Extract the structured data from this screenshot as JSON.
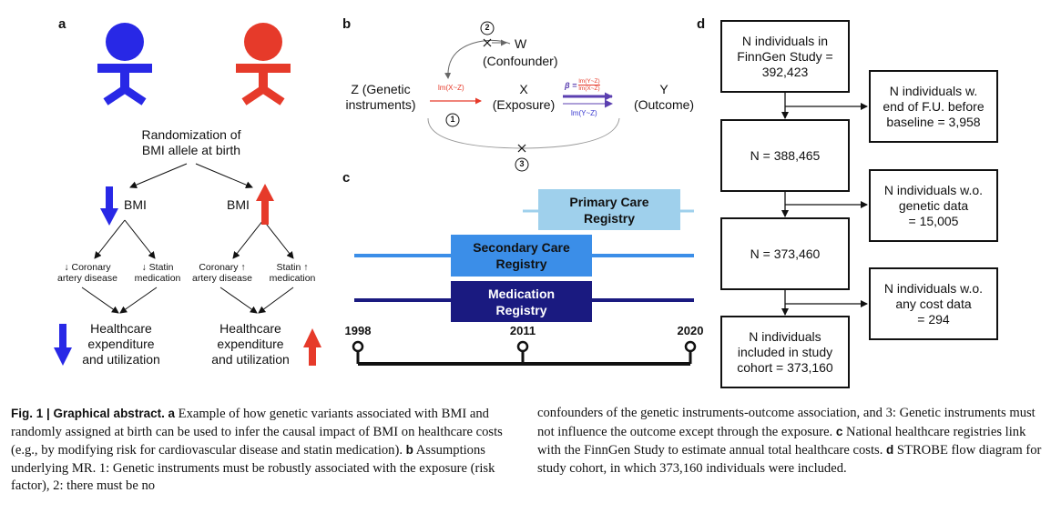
{
  "panel_a": {
    "label": "a",
    "randomization": "Randomization of",
    "randomization2": "BMI allele at birth",
    "bmi_left": "BMI",
    "bmi_right": "BMI",
    "coronary_left": "↓ Coronary",
    "coronary_left2": "artery disease",
    "statin_left": "↓ Statin",
    "statin_left2": "medication",
    "coronary_right": "Coronary ↑",
    "coronary_right2": "artery disease",
    "statin_right": "Statin ↑",
    "statin_right2": "medication",
    "outcome_left": [
      "Healthcare",
      "expenditure",
      "and utilization"
    ],
    "outcome_right": [
      "Healthcare",
      "expenditure",
      "and utilization"
    ],
    "colors": {
      "blue": "#2828e6",
      "red": "#e63a2a"
    }
  },
  "panel_b": {
    "label": "b",
    "z": "Z (Genetic",
    "z2": "instruments)",
    "x": "X",
    "x2": "(Exposure)",
    "y": "Y",
    "y2": "(Outcome)",
    "w": "W",
    "w2": "(Confounder)",
    "lm_xz": "lm(X~Z)",
    "beta": "β =",
    "beta_num": "lm(Y~Z)",
    "beta_den": "lm(X~Z)",
    "lm_yz": "lm(Y~Z)",
    "n1": "1",
    "n2": "2",
    "n3": "3"
  },
  "panel_c": {
    "label": "c",
    "primary": [
      "Primary Care",
      "Registry"
    ],
    "secondary": [
      "Secondary Care",
      "Registry"
    ],
    "medication": [
      "Medication",
      "Registry"
    ],
    "years": [
      "1998",
      "2011",
      "2020"
    ],
    "colors": {
      "primary": "#9fd0ec",
      "secondary": "#3b8ee8",
      "medication": "#1a1a80"
    }
  },
  "panel_d": {
    "label": "d",
    "boxes": [
      [
        "N individuals in",
        "FinnGen Study =",
        "392,423"
      ],
      [
        "N = 388,465"
      ],
      [
        "N = 373,460"
      ],
      [
        "N individuals",
        "included in study",
        "cohort = 373,160"
      ]
    ],
    "exclusions": [
      [
        "N individuals w.",
        "end of F.U. before",
        "baseline = 3,958"
      ],
      [
        "N individuals w.o.",
        "genetic data",
        "= 15,005"
      ],
      [
        "N individuals w.o.",
        "any cost data",
        "= 294"
      ]
    ]
  },
  "caption": {
    "fig": "Fig. 1 | Graphical abstract.",
    "a_label": "a",
    "a_text": "Example of how genetic variants associated with BMI and randomly assigned at birth can be used to infer the causal impact of BMI on healthcare costs (e.g., by modifying risk for cardiovascular disease and statin medication).",
    "b_label": "b",
    "b_text1": "Assumptions underlying MR. 1: Genetic instruments must be robustly associated with the exposure (risk factor), 2: there must be no",
    "b_text2": "confounders of the genetic instruments-outcome association, and 3: Genetic instruments must not influence the outcome except through the exposure.",
    "c_label": "c",
    "c_text": "National healthcare registries link with the FinnGen Study to estimate annual total healthcare costs.",
    "d_label": "d",
    "d_text": "STROBE flow diagram for study cohort, in which 373,160 individuals were included."
  }
}
